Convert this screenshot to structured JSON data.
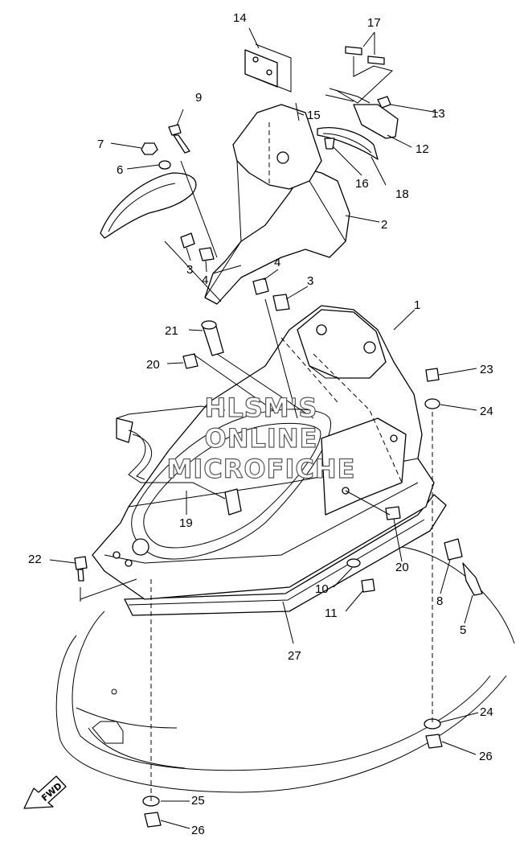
{
  "labels": {
    "l1": "1",
    "l2": "2",
    "l3a": "3",
    "l3b": "3",
    "l4a": "4",
    "l4b": "4",
    "l5": "5",
    "l6": "6",
    "l7": "7",
    "l8": "8",
    "l9": "9",
    "l10": "10",
    "l11": "11",
    "l12": "12",
    "l13": "13",
    "l14": "14",
    "l15": "15",
    "l16": "16",
    "l17": "17",
    "l18": "18",
    "l19": "19",
    "l20a": "20",
    "l20b": "20",
    "l21": "21",
    "l22": "22",
    "l23": "23",
    "l24a": "24",
    "l24b": "24",
    "l25": "25",
    "l26a": "26",
    "l26b": "26",
    "l27": "27"
  },
  "watermark": {
    "line1": "HLSM'S",
    "line2": "ONLINE",
    "line3": "MICROFICHE"
  },
  "fwd_label": "FWD"
}
